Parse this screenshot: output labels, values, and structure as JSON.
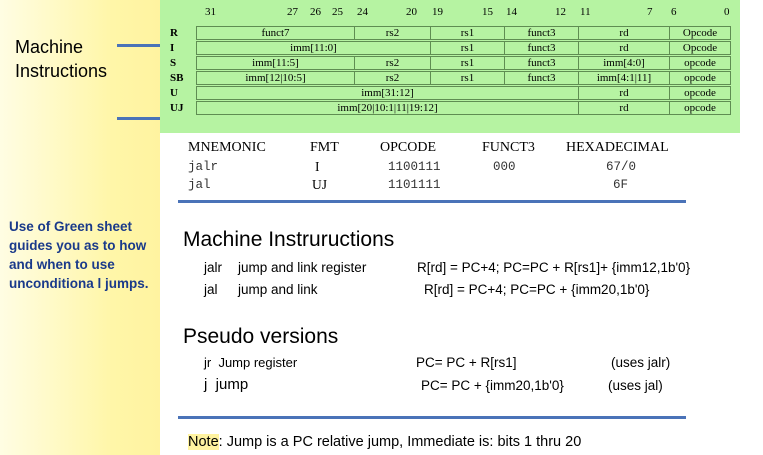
{
  "sidebar": {
    "machine_label": "Machine Instructions",
    "note": "Use of Green sheet guides you as to how and when to use unconditiona l jumps."
  },
  "format_table": {
    "bit_numbers": [
      "31",
      "27",
      "26",
      "25",
      "24",
      "20",
      "19",
      "15",
      "14",
      "12",
      "11",
      "7",
      "6",
      "0"
    ],
    "rows": [
      {
        "label": "R",
        "cells": [
          "funct7",
          "rs2",
          "rs1",
          "funct3",
          "rd",
          "Opcode"
        ]
      },
      {
        "label": "I",
        "cells": [
          "imm[11:0]",
          "rs1",
          "funct3",
          "rd",
          "Opcode"
        ]
      },
      {
        "label": "S",
        "cells": [
          "imm[11:5]",
          "rs2",
          "rs1",
          "funct3",
          "imm[4:0]",
          "opcode"
        ]
      },
      {
        "label": "SB",
        "cells": [
          "imm[12|10:5]",
          "rs2",
          "rs1",
          "funct3",
          "imm[4:1|11]",
          "opcode"
        ]
      },
      {
        "label": "U",
        "cells": [
          "imm[31:12]",
          "rd",
          "opcode"
        ]
      },
      {
        "label": "UJ",
        "cells": [
          "imm[20|10:1|11|19:12]",
          "rd",
          "opcode"
        ]
      }
    ]
  },
  "opcode_table": {
    "headers": [
      "MNEMONIC",
      "FMT",
      "OPCODE",
      "FUNCT3",
      "HEXADECIMAL"
    ],
    "rows": [
      [
        "jalr",
        "I",
        "1100111",
        "000",
        "67/0"
      ],
      [
        "jal",
        "UJ",
        "1101111",
        "",
        "6F"
      ]
    ]
  },
  "machine_section": {
    "title": "Machine Instruructions",
    "rows": [
      {
        "mnemonic": "jalr",
        "desc": "jump and link register",
        "effect": "R[rd] = PC+4; PC=PC + R[rs1]+ {imm12,1b'0}"
      },
      {
        "mnemonic": "jal",
        "desc": "jump and link",
        "effect": "R[rd] = PC+4; PC=PC + {imm20,1b'0}"
      }
    ]
  },
  "pseudo_section": {
    "title": "Pseudo versions",
    "rows": [
      {
        "name": "jr  Jump register",
        "effect": "PC= PC + R[rs1]",
        "uses": "(uses jalr)"
      },
      {
        "name": "j  jump",
        "effect": "PC= PC + {imm20,1b'0}",
        "uses": "(uses jal)"
      }
    ]
  },
  "note": {
    "prefix": "Note",
    "text": ": Jump is a PC relative jump, Immediate is: bits 1 thru 20"
  },
  "colors": {
    "green": "#b6f3a2",
    "sidebar": "#fff3a0",
    "accent": "#4a73b8",
    "side_note": "#1a3a8a"
  }
}
